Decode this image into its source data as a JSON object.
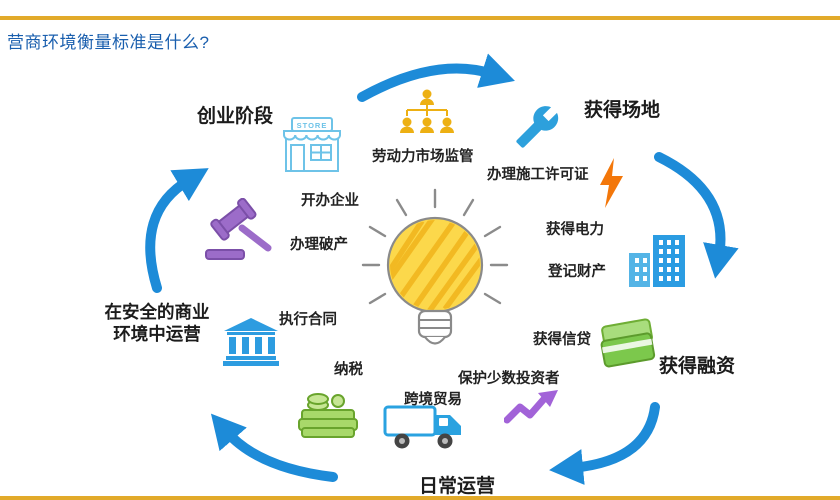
{
  "page": {
    "title": "营商环境衡量标准是什么?",
    "colors": {
      "accent_line": "#e2aa2a",
      "title_text": "#1a5fae",
      "arrow_blue": "#1d8bd8",
      "label_text": "#1c1c1c"
    }
  },
  "diagram": {
    "center": {
      "icon": "lightbulb-icon"
    },
    "store_sign": "STORE",
    "stages": [
      {
        "id": "startup",
        "label": "创业阶段",
        "icon": "store-icon"
      },
      {
        "id": "premises",
        "label": "获得场地",
        "icon": "wrench-icon"
      },
      {
        "id": "financing",
        "label": "获得融资",
        "icon": "credit-cards-icon"
      },
      {
        "id": "operations",
        "label": "日常运营",
        "icon": "truck-icon"
      },
      {
        "id": "secure-environment",
        "label": "在安全的商业环境中运营",
        "icon": "bank-icon"
      }
    ],
    "items": [
      {
        "label": "劳动力市场监管",
        "icon": "org-chart-icon"
      },
      {
        "label": "开办企业",
        "icon": "store-icon"
      },
      {
        "label": "办理施工许可证",
        "icon": "wrench-icon"
      },
      {
        "label": "获得电力",
        "icon": "lightning-icon"
      },
      {
        "label": "登记财产",
        "icon": "building-icon"
      },
      {
        "label": "获得信贷",
        "icon": "credit-cards-icon"
      },
      {
        "label": "保护少数投资者",
        "icon": "trend-arrow-icon"
      },
      {
        "label": "跨境贸易",
        "icon": "truck-icon"
      },
      {
        "label": "纳税",
        "icon": "money-stack-icon"
      },
      {
        "label": "执行合同",
        "icon": "bank-icon"
      },
      {
        "label": "办理破产",
        "icon": "gavel-icon"
      }
    ]
  }
}
